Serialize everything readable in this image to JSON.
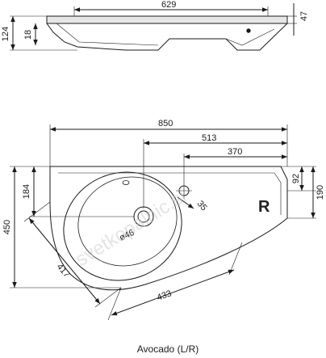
{
  "colors": {
    "line": "#1a1a1a",
    "basin_fill": "#ffffff",
    "top_fill": "#e6e6e6",
    "watermark": "#cfcfcf"
  },
  "side_view": {
    "width_dim": "629",
    "right_dim": "47",
    "height_dim": "124",
    "inner_height_dim": "18"
  },
  "plan_view": {
    "overall_width": "850",
    "bowl_center_dim": "513",
    "tap_hole_dim": "370",
    "top_depth_dim": "184",
    "overall_depth": "450",
    "right_edge_small": "92",
    "right_edge_large": "190",
    "tap_offset": "35",
    "drain_diameter": "ø46",
    "diagonal_left": "417",
    "diagonal_bottom": "433",
    "side_mark": "R"
  },
  "watermark_text": "svetkopalnic.si",
  "caption": "Avocado (L/R)"
}
